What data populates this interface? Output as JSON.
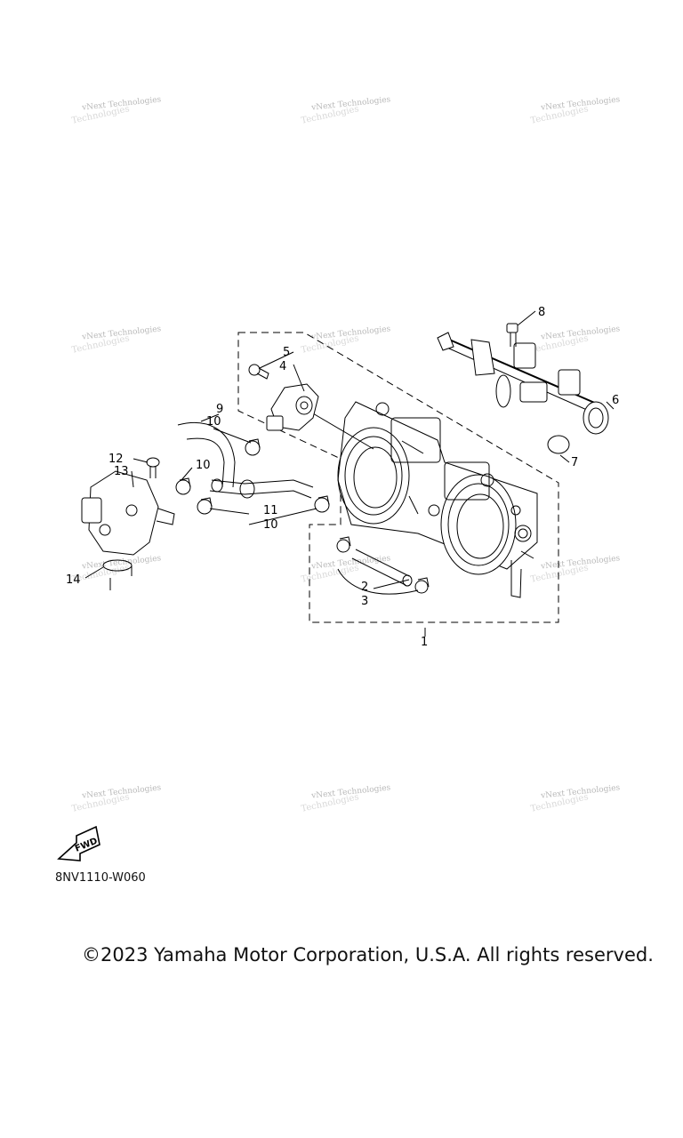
{
  "diagram": {
    "callouts": [
      "1",
      "2",
      "3",
      "4",
      "5",
      "6",
      "7",
      "8",
      "9",
      "10",
      "10",
      "10",
      "11",
      "12",
      "13",
      "14"
    ],
    "watermark": {
      "line1": "vNext Technologies",
      "line2": "Technologies"
    },
    "fwd_label": "FWD",
    "drawing_code": "8NV1110-W060",
    "copyright": "©2023 Yamaha Motor Corporation, U.S.A. All rights reserved."
  }
}
